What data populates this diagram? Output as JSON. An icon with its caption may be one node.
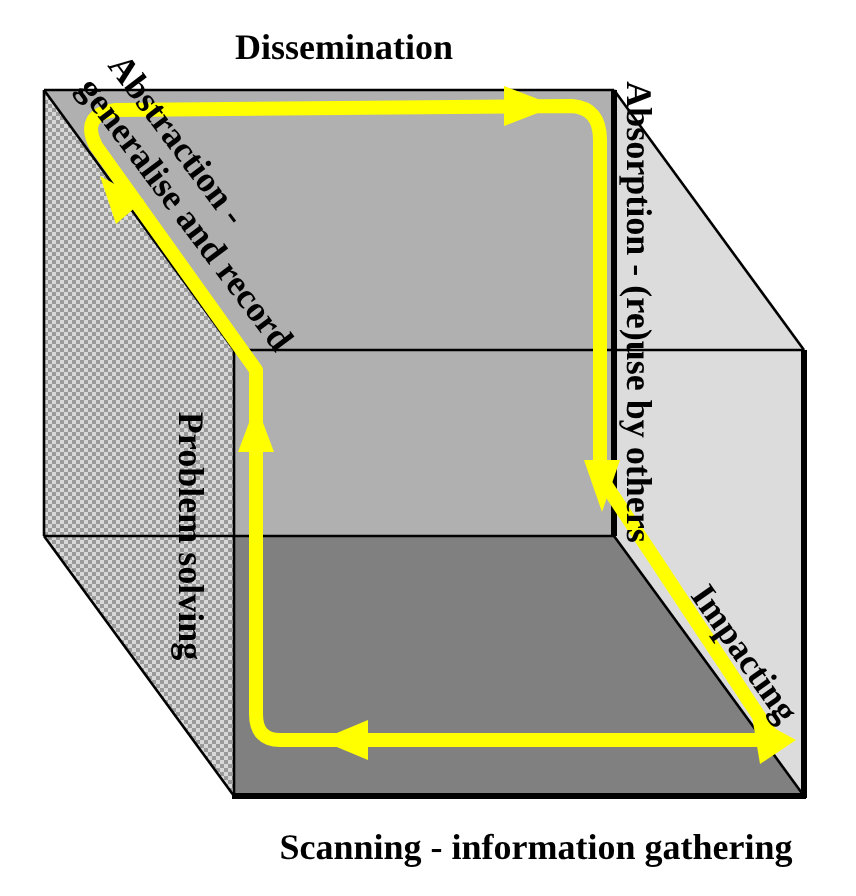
{
  "diagram": {
    "labels": [
      "Dissemination",
      "Abstraction - generalise and record",
      "Absorption - (re)use by others",
      "Problem solving",
      "Impacting",
      "Scanning - information gathering"
    ]
  }
}
